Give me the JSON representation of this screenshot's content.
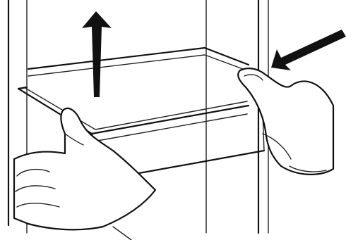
{
  "diagram": {
    "labels": [],
    "colors": {
      "background": "#ffffff",
      "ink": "#111111"
    },
    "arrows": [
      {
        "name": "up-arrow",
        "direction": "up"
      },
      {
        "name": "push-arrow",
        "direction": "down-left"
      }
    ]
  }
}
